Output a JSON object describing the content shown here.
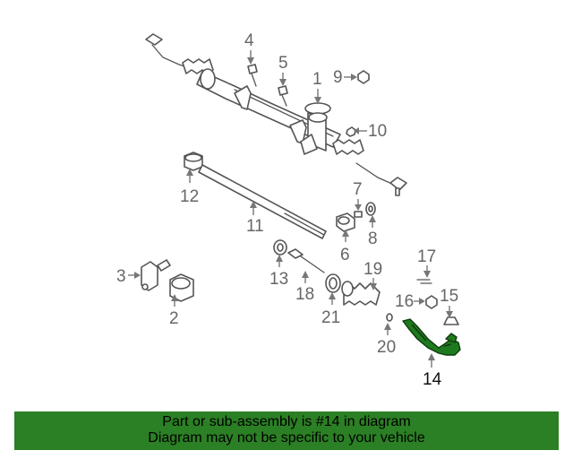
{
  "callouts": {
    "c1": "1",
    "c2": "2",
    "c3": "3",
    "c4": "4",
    "c5": "5",
    "c6": "6",
    "c7": "7",
    "c8": "8",
    "c9": "9",
    "c10": "10",
    "c11": "11",
    "c12": "12",
    "c13": "13",
    "c14": "14",
    "c15": "15",
    "c16": "16",
    "c17": "17",
    "c18": "18",
    "c19": "19",
    "c20": "20",
    "c21": "21"
  },
  "highlighted_part": "14",
  "colors": {
    "highlight": "#1e7a1e",
    "banner": "#2b7f24",
    "lines": "#555555"
  },
  "banner": {
    "line1": "Part or sub-assembly is #14 in diagram",
    "line2": "Diagram may not be specific to your vehicle"
  }
}
